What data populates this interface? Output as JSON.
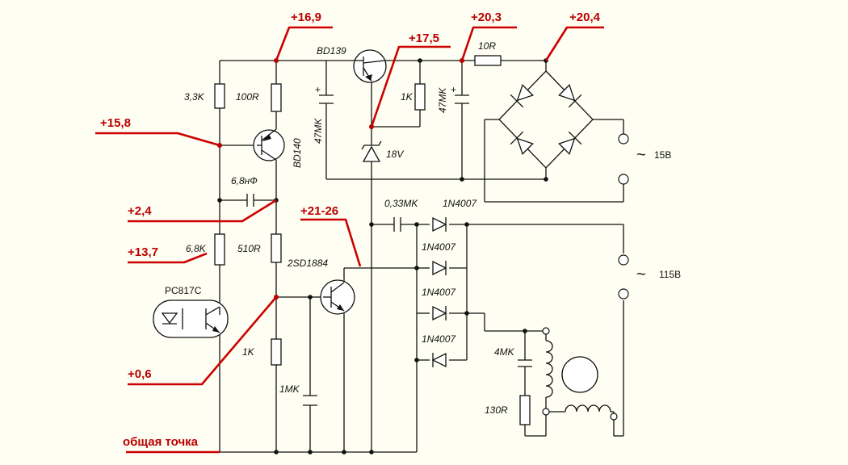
{
  "voltages": {
    "v_16_9": "+16,9",
    "v_17_5": "+17,5",
    "v_20_3": "+20,3",
    "v_20_4": "+20,4",
    "v_15_8": "+15,8",
    "v_2_4": "+2,4",
    "v_21_26": "+21-26",
    "v_13_7": "+13,7",
    "v_0_6": "+0,6",
    "common": "общая точка"
  },
  "components": {
    "bd139": "BD139",
    "bd140": "BD140",
    "r_10r": "10R",
    "r_3_3k": "3,3K",
    "r_100r": "100R",
    "r_1k_top": "1K",
    "c_47mk_a": "47MK",
    "c_47mk_b": "47MK",
    "zener": "18V",
    "c_6_8nf": "6,8нФ",
    "c_033mk": "0,33MK",
    "d1": "1N4007",
    "d2": "1N4007",
    "d3": "1N4007",
    "d4": "1N4007",
    "r_6_8k": "6,8K",
    "r_510r": "510R",
    "q_2sd1884": "2SD1884",
    "opto": "PC817C",
    "r_1k_bot": "1K",
    "c_1mk": "1MK",
    "c_4mk": "4MK",
    "r_130r": "130R",
    "ac_15v": "15В",
    "ac_115v": "115В",
    "tilde": "~"
  }
}
